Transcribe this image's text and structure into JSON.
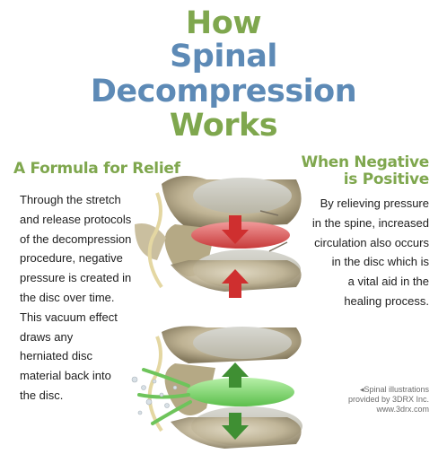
{
  "title": {
    "line1": "How",
    "line2": "Spinal",
    "line3": "Decompression",
    "line4": "Works"
  },
  "left": {
    "heading": "A Formula for Relief",
    "lines": [
      "Through the stretch",
      "and release protocols",
      "of the decompression",
      "procedure, negative",
      "pressure is created in",
      "the disc over time.",
      "This vacuum effect",
      "draws any",
      "herniated disc",
      "material back into",
      "the disc."
    ]
  },
  "right": {
    "heading_line1": "When Negative",
    "heading_line2": "is Positive",
    "lines": [
      "By relieving pressure",
      "in the spine, increased",
      "circulation also occurs",
      "in the disc which is",
      "a vital aid in the",
      "healing process."
    ]
  },
  "credit": {
    "line1": "◂Spinal illustrations",
    "line2": "provided by 3DRX Inc.",
    "line3": "www.3drx.com"
  },
  "colors": {
    "title_green": "#7fa74e",
    "title_blue": "#5d8ab6",
    "disc_red": "#d94a4a",
    "disc_green": "#7cd46a",
    "arrow_red": "#cf2f2f",
    "arrow_green": "#3f8f33"
  }
}
